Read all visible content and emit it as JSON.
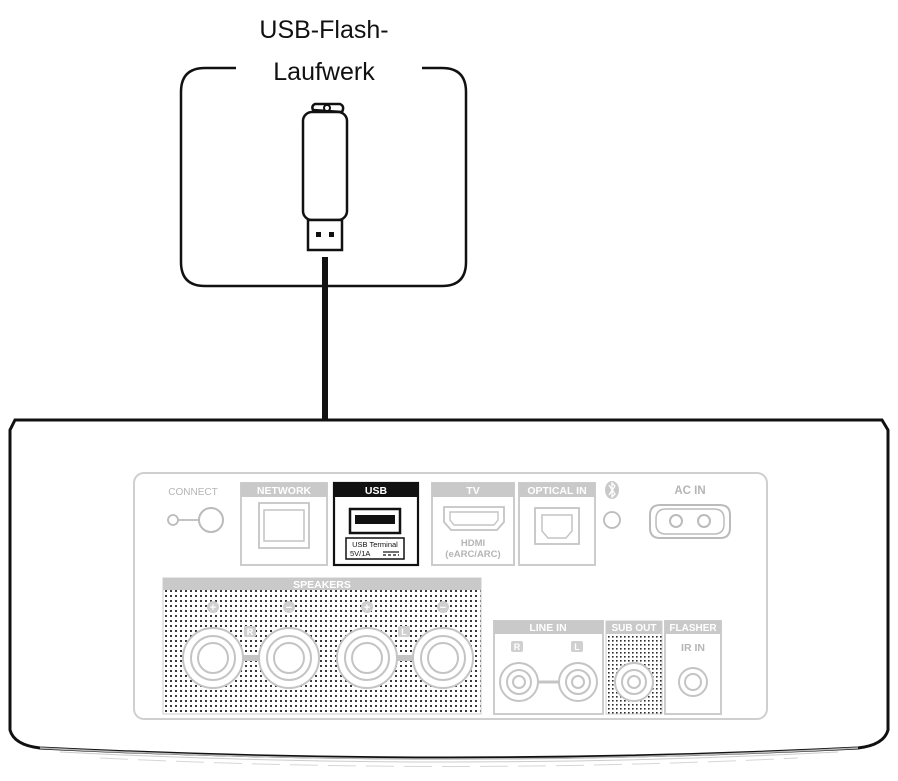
{
  "callout": {
    "line1": "USB-Flash-",
    "line2": "Laufwerk"
  },
  "panel": {
    "connect": "CONNECT",
    "network": "NETWORK",
    "usb": "USB",
    "usb_terminal_line1": "USB Terminal",
    "usb_terminal_line2": "5V/1A",
    "tv": "TV",
    "hdmi_line1": "HDMI",
    "hdmi_line2": "(eARC/ARC)",
    "optical_in": "OPTICAL IN",
    "bluetooth": "ʙ",
    "ac_in": "AC IN",
    "speakers": "SPEAKERS",
    "plus": "+",
    "minus": "−",
    "right": "R",
    "left": "L",
    "line_in": "LINE IN",
    "sub_out": "SUB OUT",
    "flasher": "FLASHER",
    "ir_in": "IR IN"
  },
  "colors": {
    "highlight": "#111111",
    "faded": "#c9c9c9",
    "faded_text": "#b5b5b5",
    "outline": "#111111"
  }
}
